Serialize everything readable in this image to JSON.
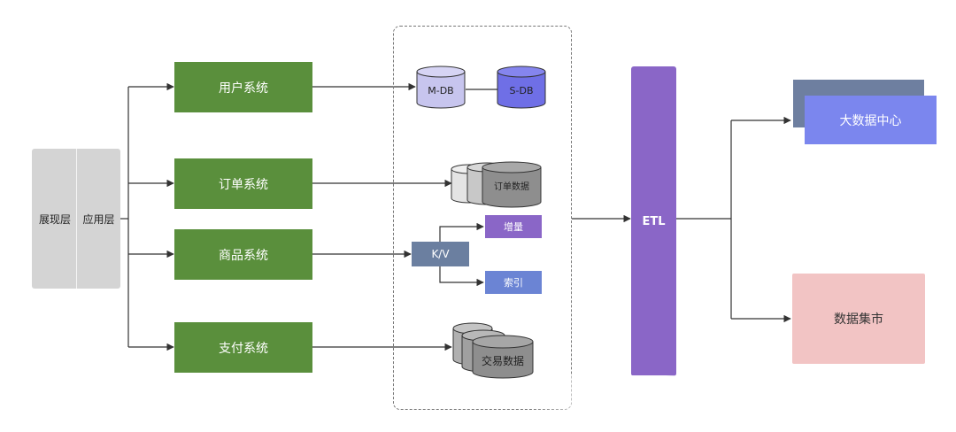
{
  "left": {
    "presentation": "展现层",
    "application": "应用层"
  },
  "systems": {
    "user": "用户系统",
    "order": "订单系统",
    "goods": "商品系统",
    "payment": "支付系统"
  },
  "storage": {
    "master_db": "M-DB",
    "slave_db": "S-DB",
    "order_data": "订单数据",
    "kv": "K/V",
    "increment": "增量",
    "index": "索引",
    "trade_data": "交易数据"
  },
  "etl": "ETL",
  "targets": {
    "big_data_center": "大数据中心",
    "data_mart": "数据集市"
  },
  "colors": {
    "green": "#5a8f3c",
    "etl": "#8a66c7",
    "big_data": "#7b86ee",
    "data_mart": "#f2c4c4",
    "mdb": "#c7c5ee",
    "sdb": "#6f6fe6"
  }
}
